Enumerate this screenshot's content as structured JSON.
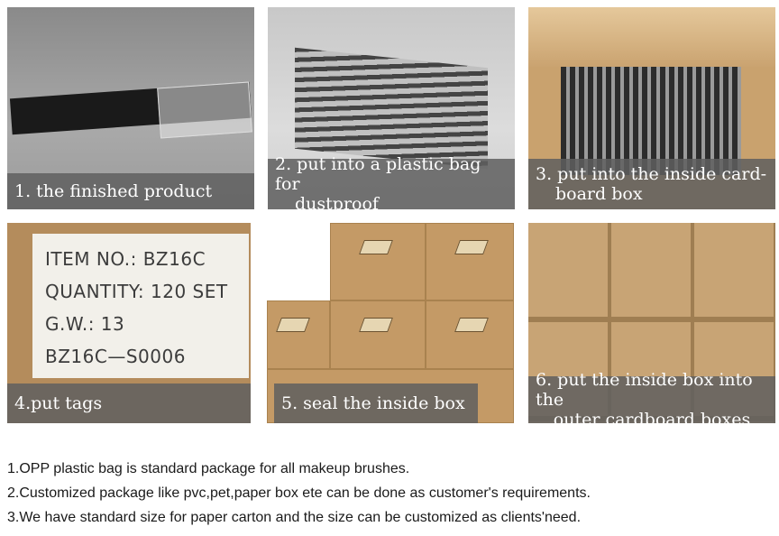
{
  "panels": [
    {
      "caption": "1. the finished product"
    },
    {
      "caption_line1": "2. put into a plastic bag for",
      "caption_line2": "dustproof"
    },
    {
      "caption_line1": "3. put into the inside card-",
      "caption_line2": "board box"
    },
    {
      "caption": "4.put tags",
      "tag_lines": [
        "ITEM NO.: BZ16C",
        "QUANTITY: 120 SET",
        "G.W.: 13",
        "BZ16C—S0006"
      ]
    },
    {
      "caption": "5. seal the inside box"
    },
    {
      "caption_line1": "6. put the inside box into the",
      "caption_line2": "outer cardboard boxes"
    }
  ],
  "notes": [
    "1.OPP plastic bag is standard package for all makeup brushes.",
    "2.Customized package like pvc,pet,paper box ete can be done as customer's requirements.",
    "3.We have standard size for paper carton and the size can be customized as clients'need."
  ]
}
